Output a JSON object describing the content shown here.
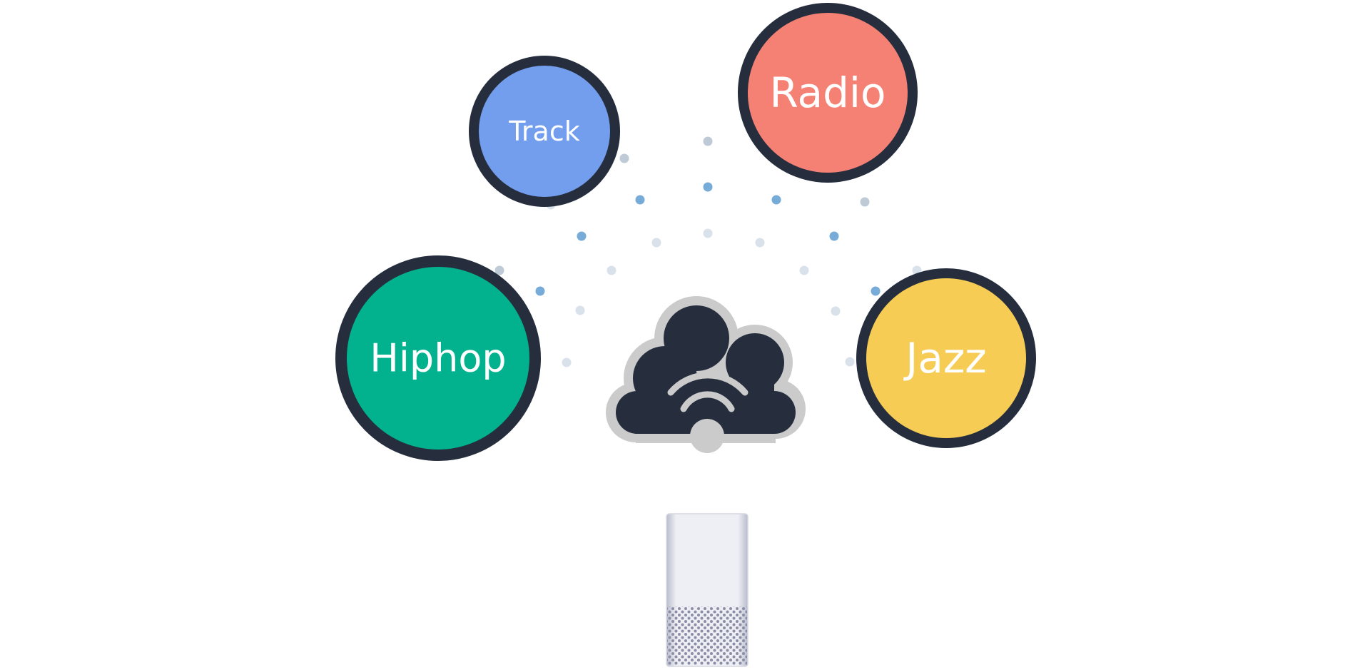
{
  "bubbles": [
    {
      "id": "track",
      "label": "Track",
      "color": "#739ded"
    },
    {
      "id": "radio",
      "label": "Radio",
      "color": "#f58174"
    },
    {
      "id": "hiphop",
      "label": "Hiphop",
      "color": "#02b18d"
    },
    {
      "id": "jazz",
      "label": "Jazz",
      "color": "#f7cc54"
    }
  ],
  "colors": {
    "bubble_border": "#262e3e",
    "cloud_fill": "#262e3e",
    "cloud_outline": "#cbcbcb",
    "dot_strong": "#78acd8",
    "dot_mid": "#bfcad7",
    "dot_light": "#d9e2ea",
    "speaker_body": "#eeeff4",
    "speaker_grille": "#8a8da6"
  },
  "icons": {
    "cloud": "cloud-wifi-icon",
    "speaker": "smart-speaker-icon"
  }
}
